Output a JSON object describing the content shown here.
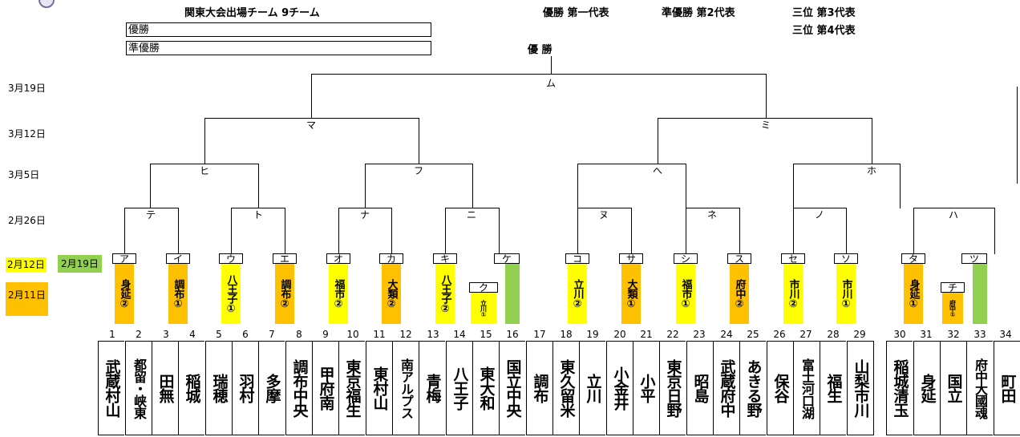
{
  "header": {
    "title": "関東大会出場チーム 9チーム",
    "rep1": "優勝 第一代表",
    "rep2": "準優勝 第2代表",
    "rep3": "三位 第3代表",
    "rep4": "三位 第4代表",
    "champion_box": "優勝",
    "runnerup_box": "準優勝",
    "final_label": "優 勝"
  },
  "rounds": {
    "r19": "3月19日",
    "r12": "3月12日",
    "r5": "3月5日",
    "r26": "2月26日",
    "r12b": "2月12日",
    "r19b": "2月19日",
    "r11": "2月11日"
  },
  "match_labels": {
    "mu": "ム",
    "ma": "マ",
    "mi": "ミ",
    "hi": "ヒ",
    "fu": "フ",
    "he": "へ",
    "ho": "ホ",
    "te": "テ",
    "to": "ト",
    "na": "ナ",
    "ni": "ニ",
    "nu": "ヌ",
    "ne": "ネ",
    "no": "ノ",
    "ha": "ハ"
  },
  "seeds": [
    {
      "key": "ア",
      "text": "身延②",
      "color": "orange"
    },
    {
      "key": "イ",
      "text": "調布①",
      "color": "orange"
    },
    {
      "key": "ウ",
      "text": "八王子①",
      "color": "yellow"
    },
    {
      "key": "エ",
      "text": "調布②",
      "color": "orange"
    },
    {
      "key": "オ",
      "text": "福市②",
      "color": "yellow"
    },
    {
      "key": "カ",
      "text": "大類②",
      "color": "orange"
    },
    {
      "key": "キ",
      "text": "八王子②",
      "color": "yellow"
    },
    {
      "key": "ケ",
      "text": "",
      "color": "green"
    },
    {
      "key": "ク",
      "text": "立川①",
      "color": "yellow"
    },
    {
      "key": "コ",
      "text": "立川②",
      "color": "yellow"
    },
    {
      "key": "サ",
      "text": "大類①",
      "color": "orange"
    },
    {
      "key": "シ",
      "text": "福市①",
      "color": "yellow"
    },
    {
      "key": "ス",
      "text": "府中②",
      "color": "orange"
    },
    {
      "key": "セ",
      "text": "市川②",
      "color": "yellow"
    },
    {
      "key": "ソ",
      "text": "市川①",
      "color": "yellow"
    },
    {
      "key": "タ",
      "text": "身延①",
      "color": "orange"
    },
    {
      "key": "ツ",
      "text": "",
      "color": "green"
    },
    {
      "key": "チ",
      "text": "府中①",
      "color": "orange"
    }
  ],
  "numbers": [
    "1",
    "2",
    "3",
    "4",
    "5",
    "6",
    "7",
    "8",
    "9",
    "10",
    "11",
    "12",
    "13",
    "14",
    "15",
    "16",
    "17",
    "18",
    "19",
    "20",
    "21",
    "22",
    "23",
    "24",
    "25",
    "26",
    "27",
    "28",
    "29",
    "30",
    "31",
    "32",
    "33",
    "34"
  ],
  "teams": [
    "武蔵村山",
    "都留・峡東",
    "田無",
    "稲城",
    "瑞穂",
    "羽村",
    "多摩",
    "調布中央",
    "甲府南",
    "東京福生",
    "東村山",
    "南アルプス",
    "青梅",
    "八王子",
    "東大和",
    "国立中央",
    "調布",
    "東久留米",
    "立川",
    "小金井",
    "小平",
    "東京日野",
    "昭島",
    "武蔵府中",
    "あきる野",
    "保谷",
    "富士河口湖",
    "福生",
    "山梨市川",
    "稲城清玉",
    "身延",
    "国立",
    "府中大國魂",
    "町田"
  ]
}
